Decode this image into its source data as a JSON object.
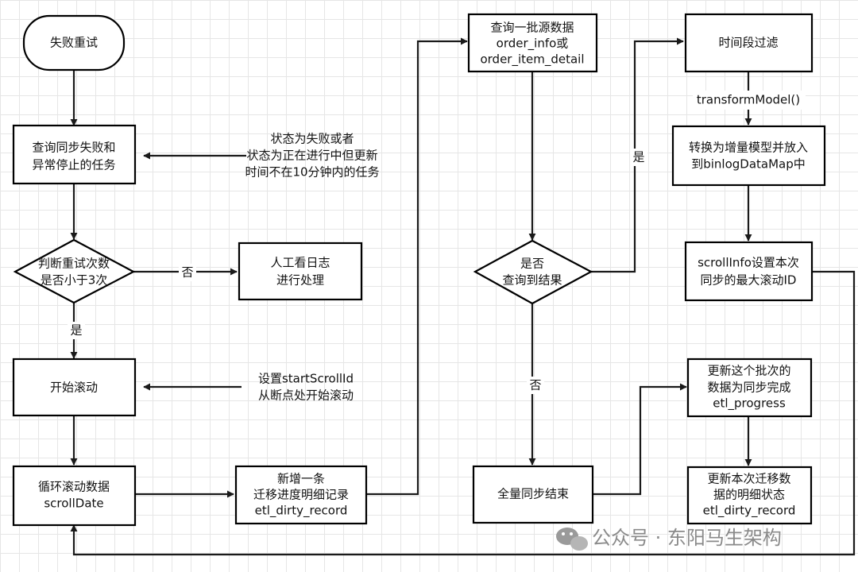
{
  "nodes": {
    "start": "失败重试",
    "query_failed": [
      "查询同步失败和",
      "异常停止的任务"
    ],
    "check_retry": [
      "判断重试次数",
      "是否小于3次"
    ],
    "manual": [
      "人工看日志",
      "进行处理"
    ],
    "start_scroll": "开始滚动",
    "loop_scroll": [
      "循环滚动数据",
      "scrollDate"
    ],
    "add_record": [
      "新增一条",
      "迁移进度明细记录",
      "etl_dirty_record"
    ],
    "query_batch": [
      "查询一批源数据",
      "order_info或",
      "order_item_detail"
    ],
    "check_result": [
      "是否",
      "查询到结果"
    ],
    "full_sync_end": "全量同步结束",
    "time_filter": "时间段过滤",
    "convert": [
      "转换为增量模型并放入",
      "到binlogDataMap中"
    ],
    "scroll_info": [
      "scrollInfo设置本次",
      "同步的最大滚动ID"
    ],
    "update_batch": [
      "更新这个批次的",
      "数据为同步完成",
      "etl_progress"
    ],
    "update_detail": [
      "更新本次迁移数",
      "据的明细状态",
      "etl_dirty_record"
    ]
  },
  "annotations": {
    "query_condition": [
      "状态为失败或者",
      "状态为正在进行中但更新",
      "时间不在10分钟内的任务"
    ],
    "scroll_start": [
      "设置startScrollId",
      "从断点处开始滚动"
    ],
    "transform": "transformModel()"
  },
  "edge_labels": {
    "retry_no": "否",
    "retry_yes": "是",
    "result_yes": "是",
    "result_no": "否"
  },
  "watermark": "公众号 · 东阳马生架构",
  "colors": {
    "background": "#ffffff",
    "grid": "#e6e6e6",
    "stroke": "#000000",
    "text": "#111111",
    "watermark": "#8a8a8a"
  }
}
